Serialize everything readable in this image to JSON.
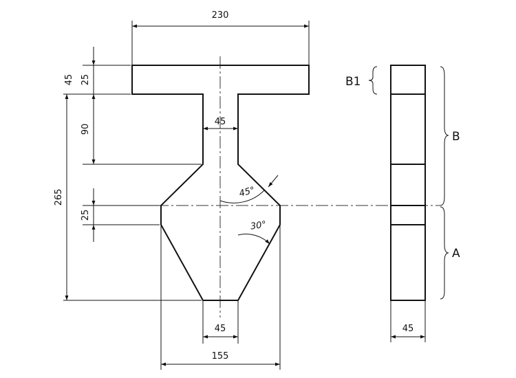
{
  "dimensions": {
    "top_width": "230",
    "flange_total": "45",
    "flange_part": "25",
    "web_height": "90",
    "overall_height": "265",
    "mid_band": "25",
    "web_width": "45",
    "bottom_width": "45",
    "base_width": "155",
    "side_width": "45"
  },
  "angles": {
    "upper": "45°",
    "lower": "30°"
  },
  "labels": {
    "b1": "B1",
    "b": "B",
    "a": "A"
  }
}
